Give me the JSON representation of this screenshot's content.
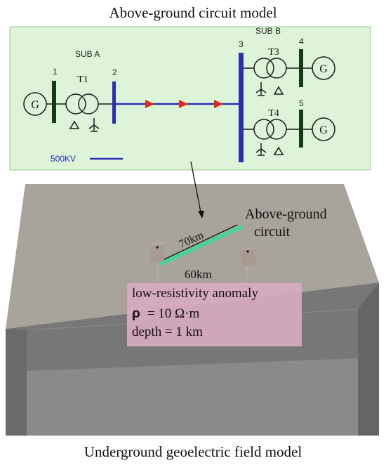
{
  "titles": {
    "top": "Above-ground circuit model",
    "bottom": "Underground geoelectric field model"
  },
  "circuit": {
    "sub_a": "SUB A",
    "sub_b": "SUB B",
    "bus_labels": [
      "1",
      "2",
      "3",
      "4",
      "5"
    ],
    "transformers": [
      "T1",
      "T3",
      "T4"
    ],
    "generator": "G",
    "voltage_legend": "500KV",
    "colors": {
      "panel_bg": "#ddf4d8",
      "bus_blue": "#2a2eb8",
      "bus_dark": "#123d12",
      "line": "#2a2eb8",
      "arrow": "#e02a1a"
    }
  },
  "ground": {
    "line_label": "Above-ground circuit",
    "length_label": "70km",
    "distance_label": "60km",
    "anomaly": {
      "title": "low-resistivity anomaly",
      "rho_symbol": "ρ",
      "rho_value": "= 10 Ω·m",
      "depth": "depth = 1 km"
    },
    "colors": {
      "line": "#3fd69a",
      "box_top": "#a7a39b",
      "box_side": "#6e6e6e",
      "anomaly_bg": "#d7aac0"
    }
  }
}
